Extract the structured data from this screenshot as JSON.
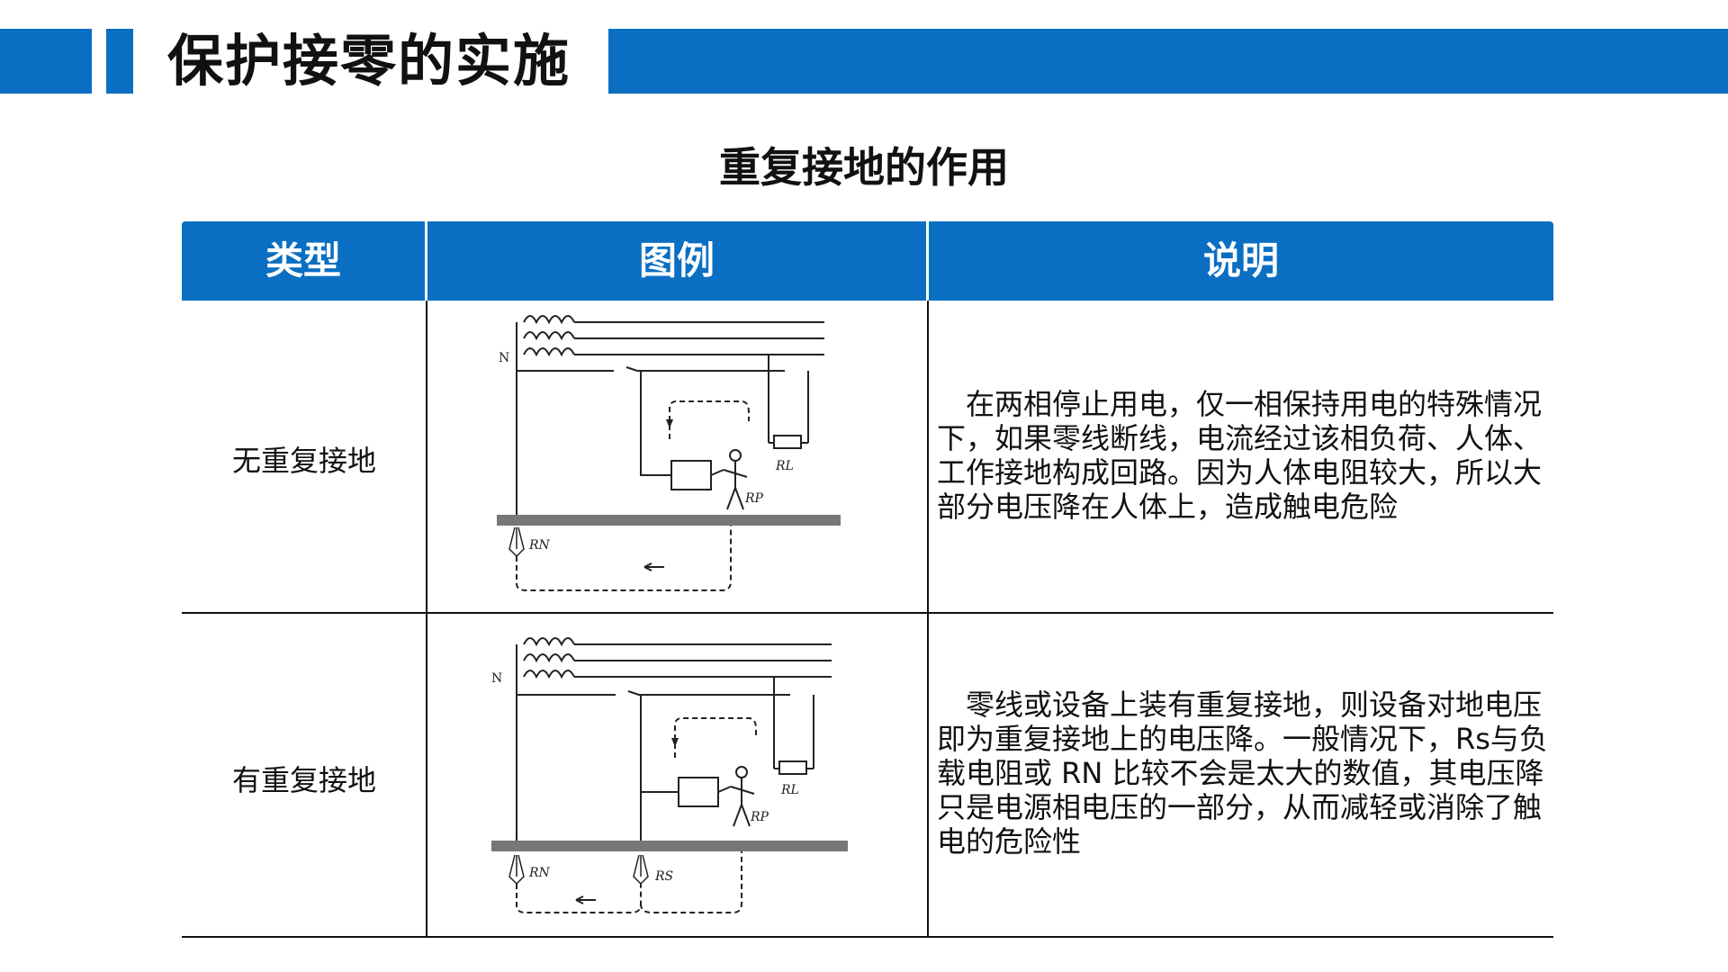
{
  "header": {
    "title": "保护接零的实施",
    "accent_color": "#0a6fc2"
  },
  "table_title": "重复接地的作用",
  "table": {
    "columns": [
      "类型",
      "图例",
      "说明"
    ],
    "rows": [
      {
        "type": "无重复接地",
        "description": "在两相停止用电，仅一相保持用电的特殊情况下，如果零线断线，电流经过该相负荷、人体、工作接地构成回路。因为人体电阻较大，所以大部分电压降在人体上，造成触电危险",
        "diagram_labels": {
          "neutral": "N",
          "load": "RL",
          "person": "RP",
          "ground": "RN"
        }
      },
      {
        "type": "有重复接地",
        "description": "零线或设备上装有重复接地，则设备对地电压即为重复接地上的电压降。一般情况下，Rs与负载电阻或 RN 比较不会是太大的数值，其电压降只是电源相电压的一部分，从而减轻或消除了触电的危险性",
        "diagram_labels": {
          "neutral": "N",
          "load": "RL",
          "person": "RP",
          "ground": "RN",
          "repeat_ground": "RS"
        }
      }
    ]
  }
}
